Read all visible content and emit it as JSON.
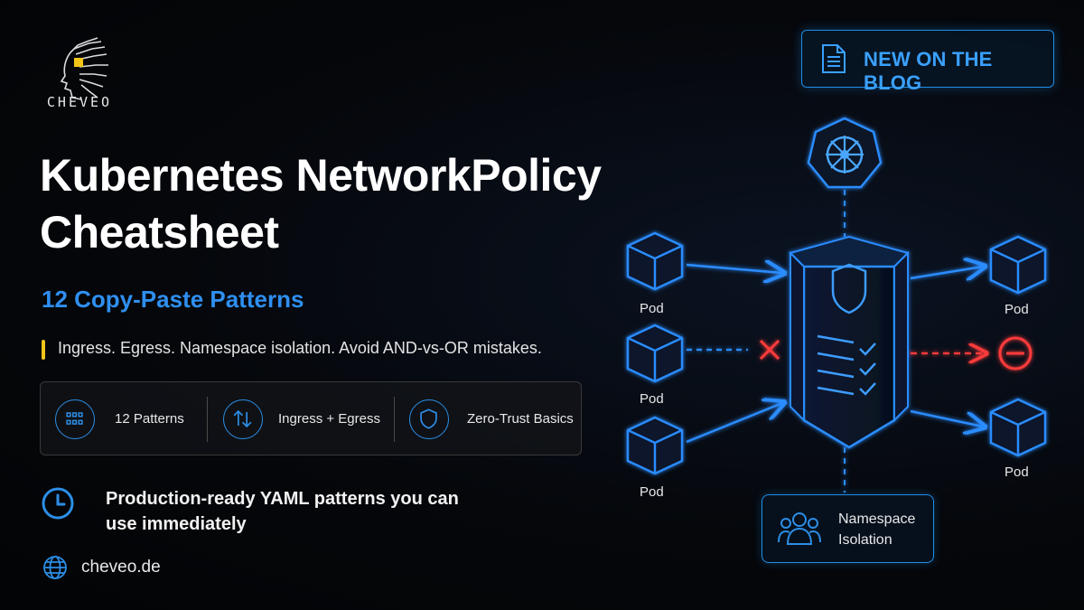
{
  "brand": {
    "logo_text": "CHEVEO"
  },
  "badge": {
    "label": "NEW ON THE BLOG",
    "icon": "document-icon"
  },
  "title": {
    "line1": "Kubernetes NetworkPolicy",
    "line2": "Cheatsheet"
  },
  "subtitle": "12 Copy-Paste Patterns",
  "tagline": "Ingress. Egress. Namespace isolation. Avoid AND-vs-OR mistakes.",
  "features": [
    {
      "label": "12 Patterns",
      "icon": "grid-icon"
    },
    {
      "label": "Ingress + Egress",
      "icon": "arrows-up-down-icon"
    },
    {
      "label": "Zero-Trust Basics",
      "icon": "shield-icon"
    }
  ],
  "production": {
    "line1": "Production-ready YAML patterns you can",
    "line2": "use immediately",
    "icon": "clock-icon"
  },
  "website": {
    "label": "cheveo.de",
    "icon": "globe-icon"
  },
  "diagram": {
    "pods_left": [
      "Pod",
      "Pod",
      "Pod"
    ],
    "pods_right": [
      "Pod",
      "Pod"
    ],
    "namespace": {
      "line1": "Namespace",
      "line2": "Isolation",
      "icon": "users-icon"
    },
    "colors": {
      "accent": "#1f8ee8",
      "deny": "#ff3b3b",
      "highlight": "#f2c618"
    }
  }
}
